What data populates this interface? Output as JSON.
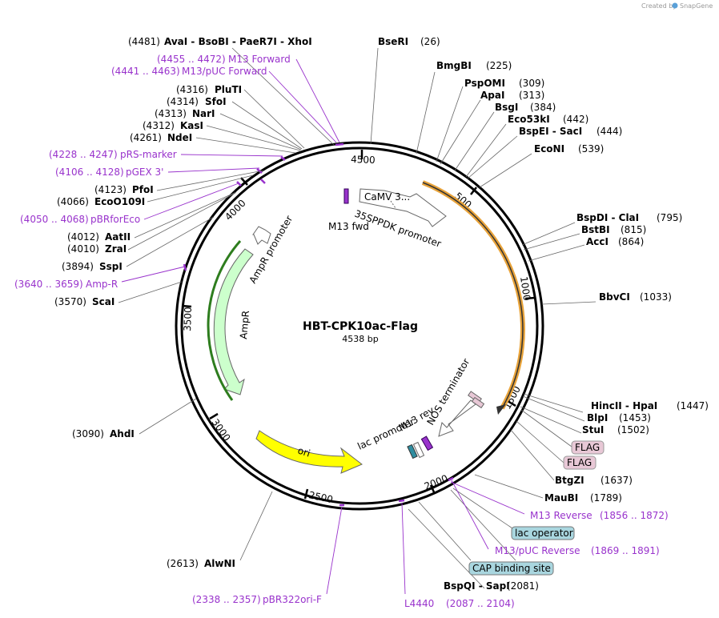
{
  "brand": {
    "created_by": "Created by",
    "name": "SnapGene"
  },
  "plasmid": {
    "name": "HBT-CPK10ac-Flag",
    "size": "4538 bp"
  },
  "ticks": [
    "500",
    "1000",
    "1500",
    "2000",
    "2500",
    "3000",
    "3500",
    "4000",
    "4500"
  ],
  "sites_right": [
    {
      "pos": "(26)",
      "name": "BseRI"
    },
    {
      "pos": "(225)",
      "name": "BmgBI"
    },
    {
      "pos": "(309)",
      "name": "PspOMI"
    },
    {
      "pos": "(313)",
      "name": "ApaI"
    },
    {
      "pos": "(384)",
      "name": "BsgI"
    },
    {
      "pos": "(442)",
      "name": "Eco53kI"
    },
    {
      "pos": "(444)",
      "name": "BspEI - SacI"
    },
    {
      "pos": "(539)",
      "name": "EcoNI"
    },
    {
      "pos": "(795)",
      "name": "BspDI - ClaI"
    },
    {
      "pos": "(815)",
      "name": "BstBI"
    },
    {
      "pos": "(864)",
      "name": "AccI"
    },
    {
      "pos": "(1033)",
      "name": "BbvCI"
    },
    {
      "pos": "(1447)",
      "name": "HincII - HpaI"
    },
    {
      "pos": "(1453)",
      "name": "BlpI"
    },
    {
      "pos": "(1502)",
      "name": "StuI"
    },
    {
      "pos": "(1637)",
      "name": "BtgZI"
    },
    {
      "pos": "(1789)",
      "name": "MauBI"
    },
    {
      "pos": "(2081)",
      "name": "BspQI - SapI"
    }
  ],
  "sites_left": [
    {
      "pos": "(4481)",
      "name": "AvaI - BsoBI - PaeR7I - XhoI"
    },
    {
      "pos": "(4316)",
      "name": "PluTI"
    },
    {
      "pos": "(4314)",
      "name": "SfoI"
    },
    {
      "pos": "(4313)",
      "name": "NarI"
    },
    {
      "pos": "(4312)",
      "name": "KasI"
    },
    {
      "pos": "(4261)",
      "name": "NdeI"
    },
    {
      "pos": "(4123)",
      "name": "PfoI"
    },
    {
      "pos": "(4066)",
      "name": "EcoO109I"
    },
    {
      "pos": "(4012)",
      "name": "AatII"
    },
    {
      "pos": "(4010)",
      "name": "ZraI"
    },
    {
      "pos": "(3894)",
      "name": "SspI"
    },
    {
      "pos": "(3570)",
      "name": "ScaI"
    },
    {
      "pos": "(3090)",
      "name": "AhdI"
    },
    {
      "pos": "(2613)",
      "name": "AlwNI"
    }
  ],
  "primers": [
    {
      "range": "(4455 .. 4472)",
      "name": "M13 Forward"
    },
    {
      "range": "(4441 .. 4463)",
      "name": "M13/pUC Forward"
    },
    {
      "range": "(4228 .. 4247)",
      "name": "pRS-marker"
    },
    {
      "range": "(4106 .. 4128)",
      "name": "pGEX 3'"
    },
    {
      "range": "(4050 .. 4068)",
      "name": "pBRforEco"
    },
    {
      "range": "(3640 .. 3659)",
      "name": "Amp-R"
    },
    {
      "range": "(1856 .. 1872)",
      "name": "M13 Reverse"
    },
    {
      "range": "(1869 .. 1891)",
      "name": "M13/pUC Reverse"
    },
    {
      "range": "(2338 .. 2357)",
      "name": "pBR322ori-F"
    },
    {
      "range": "(2087 .. 2104)",
      "name": "L4440"
    }
  ],
  "features": {
    "camv": "CaMV 3...",
    "promoter_35s": "35SPPDK promoter",
    "m13_fwd": "M13 fwd",
    "ampr_promoter": "AmpR promoter",
    "ampr": "AmpR",
    "ori": "ori",
    "m13_rev": "M13 rev",
    "nos": "NOS terminator",
    "lac_promoter": "lac promoter",
    "flag1": "FLAG",
    "flag2": "FLAG",
    "lac_operator": "lac operator",
    "cap_site": "CAP binding site"
  },
  "colors": {
    "backbone": "#000000",
    "feature_purple": "#9933cc",
    "orange_arc": "#e8a33a",
    "ampr_fill": "#ccffcc",
    "ampr_stroke": "#2e7d1e",
    "ori_fill": "#ffff00",
    "flag_fill": "#e8c8d6",
    "teal_fill": "#a9d6df"
  }
}
